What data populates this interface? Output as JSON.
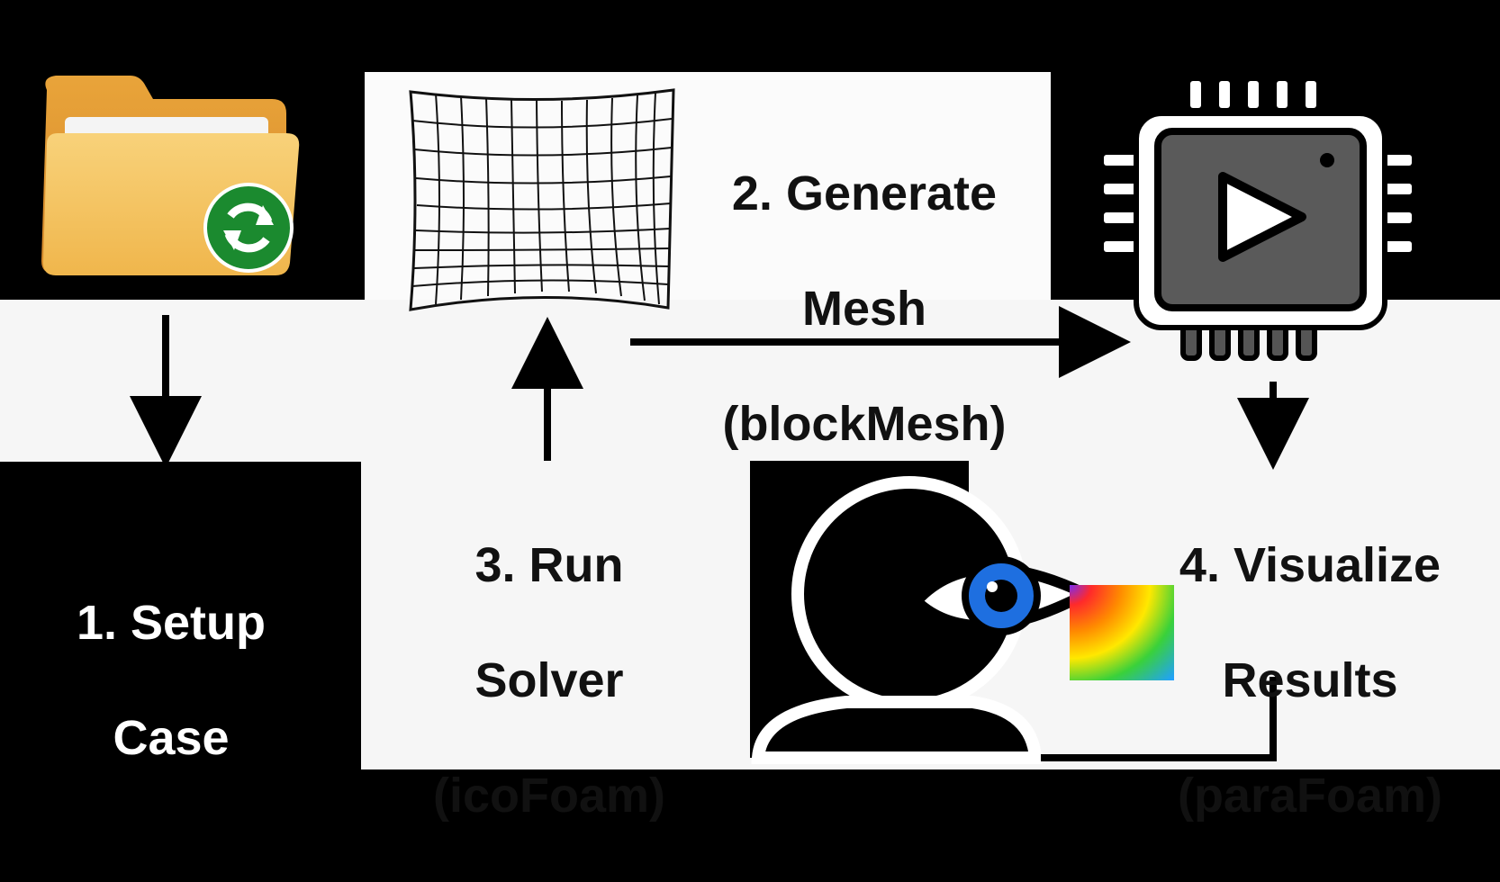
{
  "steps": [
    {
      "line1": "1. Setup",
      "line2": "Case",
      "line3": "",
      "icon": "folder-icon"
    },
    {
      "line1": "2. Generate",
      "line2": "Mesh",
      "line3": "(blockMesh)",
      "icon": "mesh-grid-icon"
    },
    {
      "line1": "3. Run",
      "line2": "Solver",
      "line3": "(icoFoam)",
      "icon": "processor-play-icon"
    },
    {
      "line1": "4. Visualize",
      "line2": "Results",
      "line3": "(paraFoam)",
      "icon": "viewer-eye-icon"
    }
  ],
  "colors": {
    "background": "#000000",
    "panel": "#f6f6f6",
    "folder": "#f2b94a",
    "badge": "#1b8a2f",
    "chip": "#5a5a5a",
    "eye_iris": "#1e6fe0"
  }
}
